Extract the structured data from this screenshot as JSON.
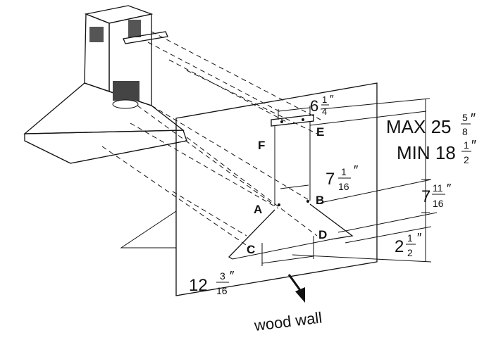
{
  "labels": {
    "A": "A",
    "B": "B",
    "C": "C",
    "D": "D",
    "E": "E",
    "F": "F"
  },
  "dimensions": {
    "top_bracket_whole": "6",
    "top_bracket_num": "1",
    "top_bracket_den": "4",
    "max_prefix": "MAX 25",
    "max_num": "5",
    "max_den": "8",
    "min_prefix": "MIN 18",
    "min_num": "1",
    "min_den": "2",
    "mid_width_whole": "7",
    "mid_width_num": "1",
    "mid_width_den": "16",
    "right_height_whole": "7",
    "right_height_num": "11",
    "right_height_den": "16",
    "bottom_height_whole": "2",
    "bottom_height_num": "1",
    "bottom_height_den": "2",
    "bottom_width_whole": "12",
    "bottom_width_num": "3",
    "bottom_width_den": "16",
    "inch": "″"
  },
  "wall_label": "wood wall"
}
